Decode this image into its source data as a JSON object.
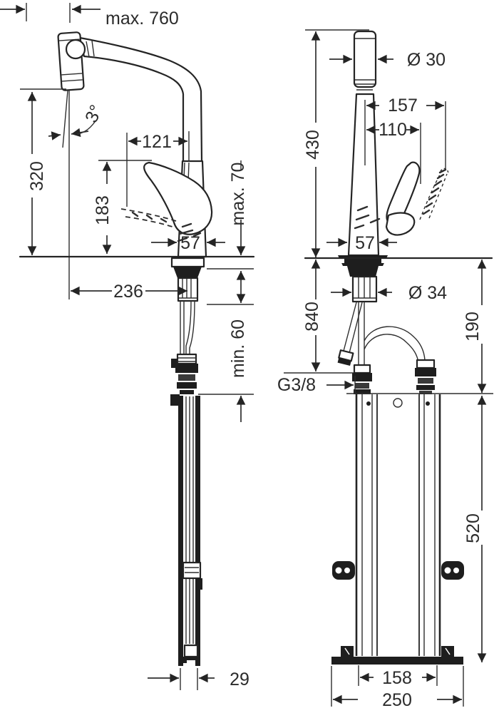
{
  "drawing": {
    "side_view": {
      "d_max760": "max. 760",
      "d_3deg": "3°",
      "d_320": "320",
      "d_183": "183",
      "d_121": "121",
      "d_57": "57",
      "d_max70": "max. 70",
      "d_236": "236",
      "d_min60": "min. 60",
      "d_29": "29"
    },
    "front_view": {
      "d_430": "430",
      "d_dia30": "Ø 30",
      "d_157": "157",
      "d_110": "110",
      "d_57": "57",
      "d_dia34": "Ø 34",
      "d_840": "840",
      "d_g38": "G3/8",
      "d_190": "190",
      "d_520": "520",
      "d_158": "158",
      "d_250": "250"
    }
  }
}
